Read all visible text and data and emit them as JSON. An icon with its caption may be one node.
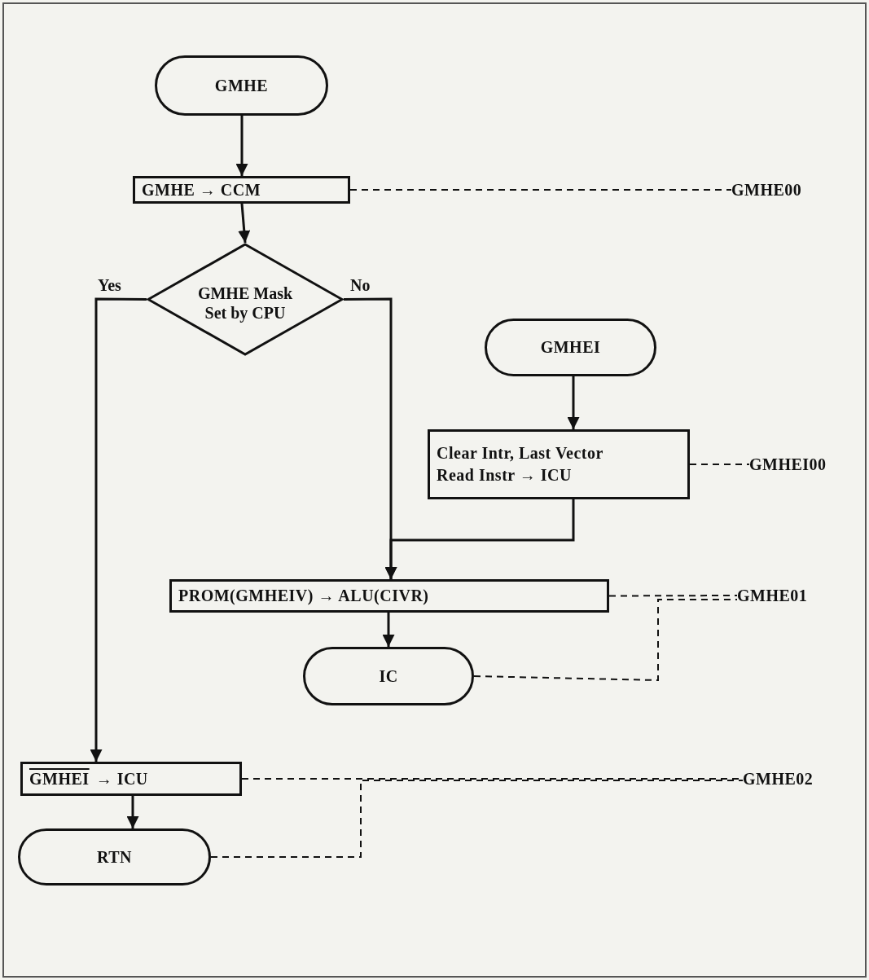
{
  "diagram": {
    "nodes": [
      {
        "text": [
          "GMHE"
        ]
      },
      {
        "text": [
          "GMHE → CCM"
        ]
      },
      {
        "text": [
          "GMHE Mask Set by CPU"
        ]
      },
      {
        "text": [
          "GMHEI"
        ]
      },
      {
        "text": [
          "Clear Intr, Last Vector",
          "Read Instr → ICU"
        ]
      },
      {
        "text": [
          "PROM(GMHEIV) → ALU(CIVR)"
        ]
      },
      {
        "text": [
          "IC"
        ]
      },
      {
        "text": [
          "GMHEI",
          "→ ICU"
        ]
      },
      {
        "text": [
          "RTN"
        ]
      },
      {
        "text": [
          "GMHE00"
        ]
      },
      {
        "text": [
          "GMHEI00"
        ]
      },
      {
        "text": [
          "GMHE01"
        ]
      },
      {
        "text": [
          "GMHE02"
        ]
      }
    ],
    "edges": [
      {
        "from": 0,
        "to": 1,
        "arrow": "to"
      },
      {
        "from": 1,
        "to": 2,
        "arrow": "to"
      },
      {
        "from": 2,
        "to": 7,
        "arrow": "to",
        "label": "Yes"
      },
      {
        "from": 2,
        "to": 5,
        "arrow": "to",
        "label": "No"
      },
      {
        "from": 3,
        "to": 4,
        "arrow": "to"
      },
      {
        "from": 4,
        "to": 5,
        "arrow": "to"
      },
      {
        "from": 5,
        "to": 6,
        "arrow": "to"
      },
      {
        "from": 7,
        "to": 8,
        "arrow": "to"
      },
      {
        "from": 1,
        "to": 9,
        "arrow": "none",
        "style": "dashed"
      },
      {
        "from": 4,
        "to": 10,
        "arrow": "none",
        "style": "dashed"
      },
      {
        "from": 5,
        "to": 11,
        "arrow": "none",
        "style": "dashed"
      },
      {
        "from": 6,
        "to": 11,
        "arrow": "none",
        "style": "dashed"
      },
      {
        "from": 7,
        "to": 12,
        "arrow": "none",
        "style": "dashed"
      },
      {
        "from": 8,
        "to": 12,
        "arrow": "none",
        "style": "dashed"
      }
    ]
  }
}
